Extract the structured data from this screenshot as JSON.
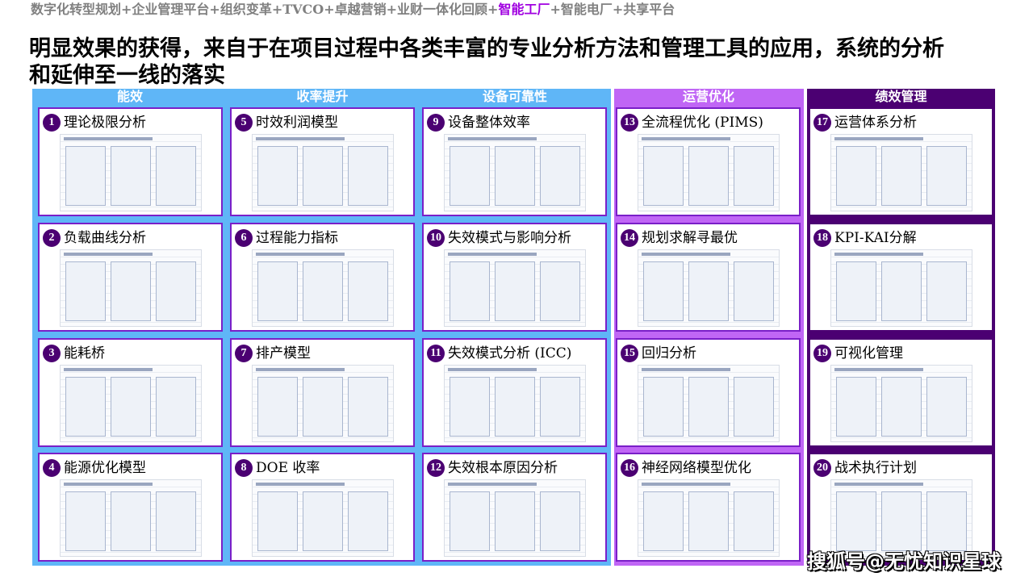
{
  "breadcrumb": {
    "before": "数字化转型规划+企业管理平台+组织变革+TVCO+卓越营销+业财一体化回顾+",
    "highlight": "智能工厂",
    "after": "+智能电厂+共享平台"
  },
  "title": "明显效果的获得，来自于在项目过程中各类丰富的专业分析方法和管理工具的应用，系统的分析和延伸至一线的落实",
  "sections": {
    "s1": "能效",
    "s2": "收率提升",
    "s3": "设备可靠性",
    "s4": "运营优化",
    "s5": "绩效管理"
  },
  "colors": {
    "blue": "#5fb6f7",
    "purple": "#c066f5",
    "dark_purple": "#4b0072"
  },
  "cards": [
    {
      "num": "1",
      "title": "理论极限分析"
    },
    {
      "num": "2",
      "title": "负载曲线分析"
    },
    {
      "num": "3",
      "title": "能耗桥"
    },
    {
      "num": "4",
      "title": "能源优化模型"
    },
    {
      "num": "5",
      "title": "时效利润模型"
    },
    {
      "num": "6",
      "title": "过程能力指标"
    },
    {
      "num": "7",
      "title": "排产模型"
    },
    {
      "num": "8",
      "title": "DOE 收率"
    },
    {
      "num": "9",
      "title": "设备整体效率"
    },
    {
      "num": "10",
      "title": "失效模式与影响分析"
    },
    {
      "num": "11",
      "title": "失效模式分析 (ICC)"
    },
    {
      "num": "12",
      "title": "失效根本原因分析"
    },
    {
      "num": "13",
      "title": "全流程优化 (PIMS)"
    },
    {
      "num": "14",
      "title": "规划求解寻最优"
    },
    {
      "num": "15",
      "title": "回归分析"
    },
    {
      "num": "16",
      "title": "神经网络模型优化"
    },
    {
      "num": "17",
      "title": "运营体系分析"
    },
    {
      "num": "18",
      "title": "KPI-KAI分解"
    },
    {
      "num": "19",
      "title": "可视化管理"
    },
    {
      "num": "20",
      "title": "战术执行计划"
    }
  ],
  "watermark": "搜狐号@无忧知识星球"
}
